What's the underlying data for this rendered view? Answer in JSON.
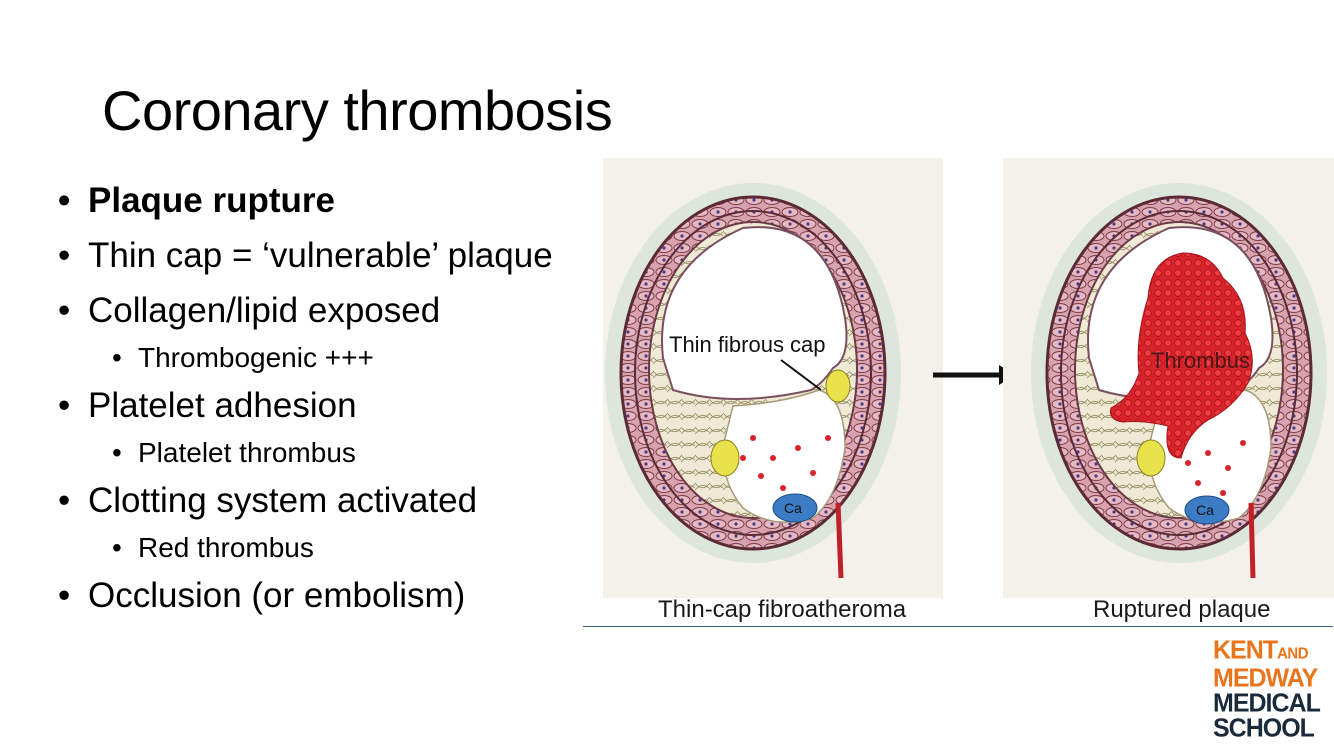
{
  "slide": {
    "title": "Coronary thrombosis",
    "bullets": [
      {
        "text": "Plaque rupture",
        "level": 1,
        "bold": true
      },
      {
        "text": "Thin cap = ‘vulnerable’ plaque",
        "level": 1
      },
      {
        "text": "Collagen/lipid exposed",
        "level": 1
      },
      {
        "text": "Thrombogenic +++",
        "level": 2
      },
      {
        "text": "Platelet adhesion",
        "level": 1
      },
      {
        "text": "Platelet thrombus",
        "level": 2
      },
      {
        "text": "Clotting system activated",
        "level": 1
      },
      {
        "text": "Red thrombus",
        "level": 2
      },
      {
        "text": "Occlusion (or embolism)",
        "level": 1
      }
    ]
  },
  "figure": {
    "left_panel": {
      "caption": "Thin-cap fibroatheroma",
      "callout": "Thin fibrous cap",
      "calcium_label": "Ca"
    },
    "right_panel": {
      "caption": "Ruptured plaque",
      "callout": "Thrombus",
      "calcium_label": "Ca"
    },
    "colors": {
      "vessel_wall": "#c98f9c",
      "thrombus": "#d8232a",
      "lipid_core": "#ffffff",
      "calcium": "#3b7cc4",
      "cap_yellow": "#e9e24a"
    }
  },
  "logo": {
    "line1": "KENT",
    "line1_small": "AND",
    "line2": "MEDWAY",
    "line3": "MEDICAL",
    "line4": "SCHOOL",
    "colors": {
      "orange": "#e8741c",
      "navy": "#1b2a3a"
    }
  }
}
